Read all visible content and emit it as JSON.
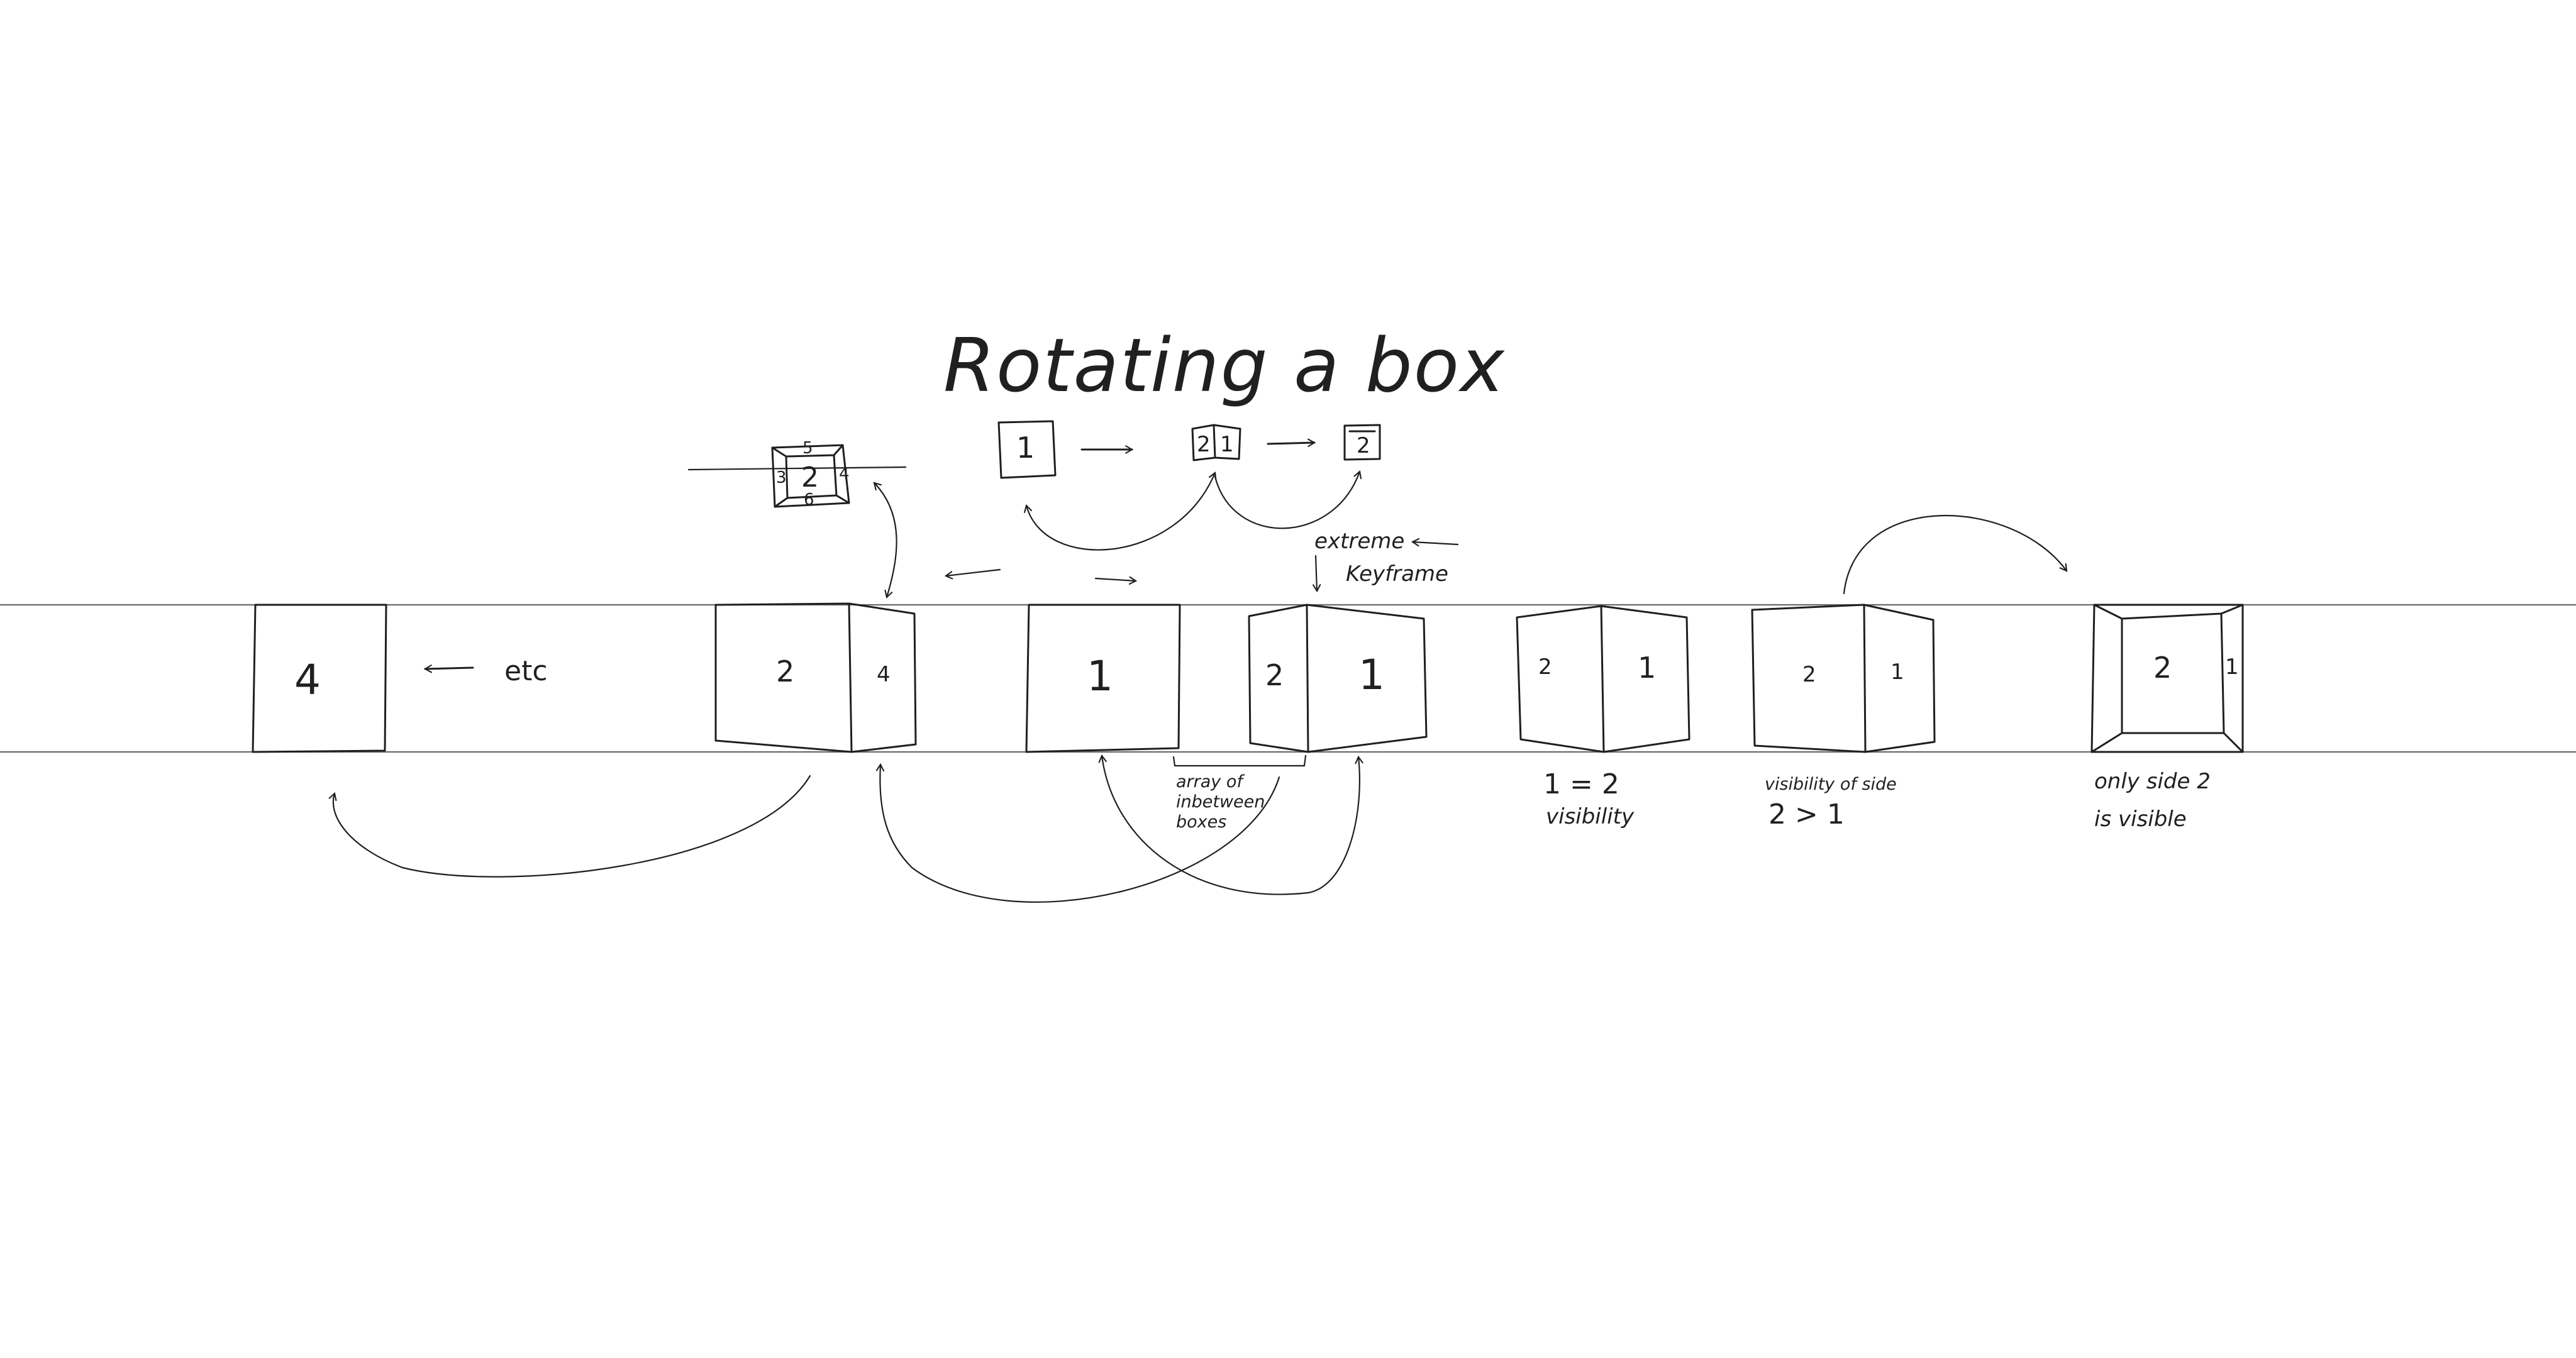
{
  "title": "Rotating a box",
  "top_sequence": {
    "box_a": "1",
    "box_b_left": "2",
    "box_b_right": "1",
    "box_c": "2"
  },
  "cube_icon": {
    "front": "2",
    "top": "5",
    "bottom": "6",
    "left": "3",
    "right": "4"
  },
  "keyframe_note": {
    "line1": "extreme",
    "line2": "Keyframe"
  },
  "frames": [
    {
      "faces": [
        "4"
      ]
    },
    {
      "faces": [
        "2",
        "4"
      ]
    },
    {
      "faces": [
        "1"
      ]
    },
    {
      "faces": [
        "2",
        "1"
      ]
    },
    {
      "faces": [
        "2",
        "1"
      ]
    },
    {
      "faces": [
        "2",
        "1"
      ]
    },
    {
      "faces": [
        "2",
        "1"
      ]
    }
  ],
  "etc_label": "etc",
  "inbetween_note": [
    "array of",
    "inbetween",
    "boxes"
  ],
  "equal_note": {
    "equation": "1  =  2",
    "caption": "visibility"
  },
  "greater_note": {
    "caption": "visibility of side",
    "equation": "2  >  1"
  },
  "only_note": {
    "line1": "only  side  2",
    "line2": "is  visible"
  }
}
